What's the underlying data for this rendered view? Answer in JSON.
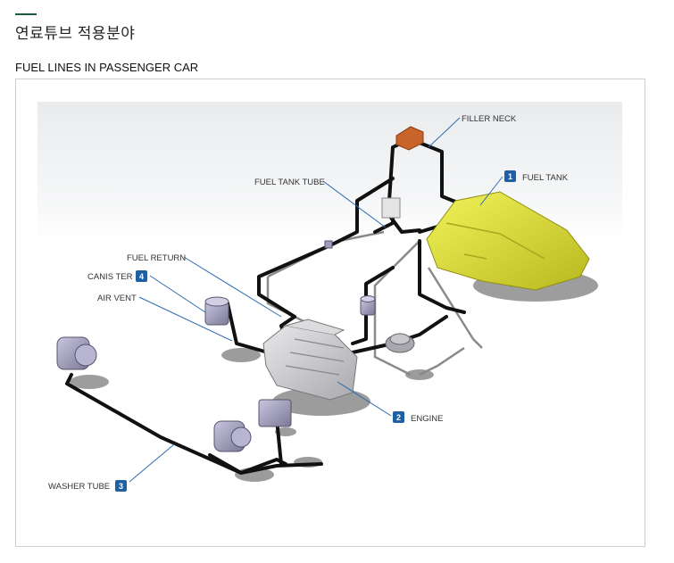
{
  "page": {
    "title": "연료튜브 적용분야",
    "subtitle": "FUEL LINES IN PASSENGER CAR"
  },
  "labels": {
    "filler_neck": "FILLER NECK",
    "fuel_tank": "FUEL TANK",
    "fuel_tank_num": "1",
    "fuel_tank_tube": "FUEL TANK TUBE",
    "fuel_return": "FUEL RETURN",
    "canister": "CANIS TER",
    "canister_num": "4",
    "air_vent": "AIR VENT",
    "engine": "ENGINE",
    "engine_num": "2",
    "washer_tube": "WASHER TUBE",
    "washer_tube_num": "3"
  },
  "colors": {
    "accent": "#1f5e3d",
    "badge": "#1f5fa3",
    "tank": "#dede3a",
    "filler_cap": "#c8642a",
    "tube": "#111111",
    "engine": "#c9c9cc",
    "component": "#9a97b8"
  }
}
